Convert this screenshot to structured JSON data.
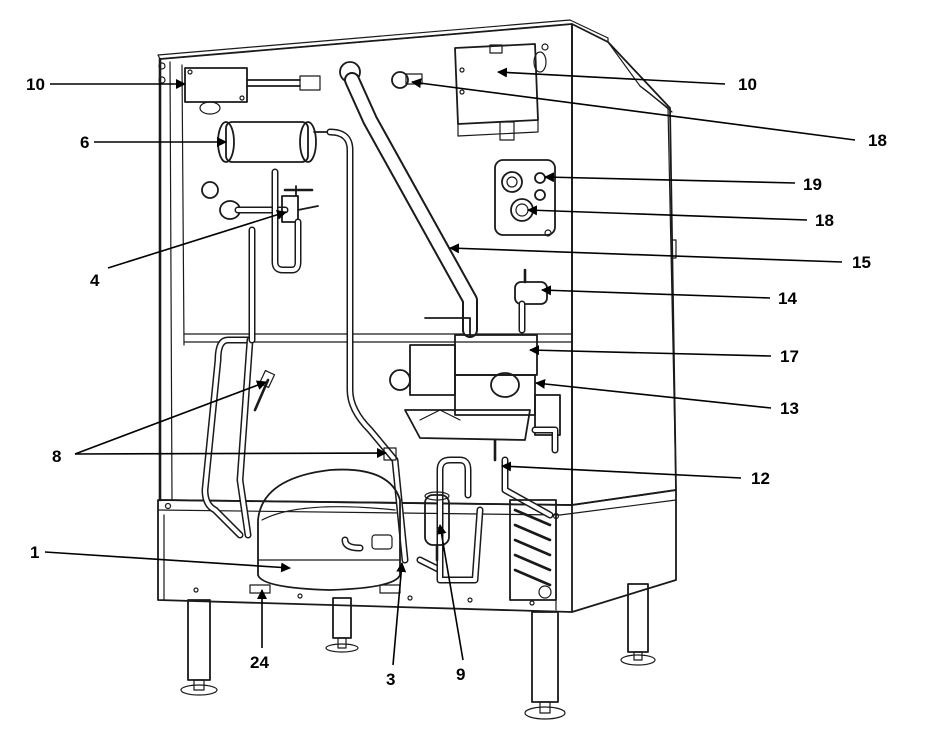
{
  "callouts": [
    {
      "id": "c10a",
      "label": "10"
    },
    {
      "id": "c6",
      "label": "6"
    },
    {
      "id": "c4",
      "label": "4"
    },
    {
      "id": "c8",
      "label": "8"
    },
    {
      "id": "c1",
      "label": "1"
    },
    {
      "id": "c24",
      "label": "24"
    },
    {
      "id": "c3",
      "label": "3"
    },
    {
      "id": "c9",
      "label": "9"
    },
    {
      "id": "c10b",
      "label": "10"
    },
    {
      "id": "c18a",
      "label": "18"
    },
    {
      "id": "c19",
      "label": "19"
    },
    {
      "id": "c18b",
      "label": "18"
    },
    {
      "id": "c15",
      "label": "15"
    },
    {
      "id": "c14",
      "label": "14"
    },
    {
      "id": "c17",
      "label": "17"
    },
    {
      "id": "c13",
      "label": "13"
    },
    {
      "id": "c12",
      "label": "12"
    }
  ],
  "colors": {
    "line": "#1a1a1a",
    "fill_light": "#f2f2f2",
    "fill_mid": "#d9d9d9",
    "fill_dark": "#9a9a9a",
    "background": "#ffffff"
  }
}
